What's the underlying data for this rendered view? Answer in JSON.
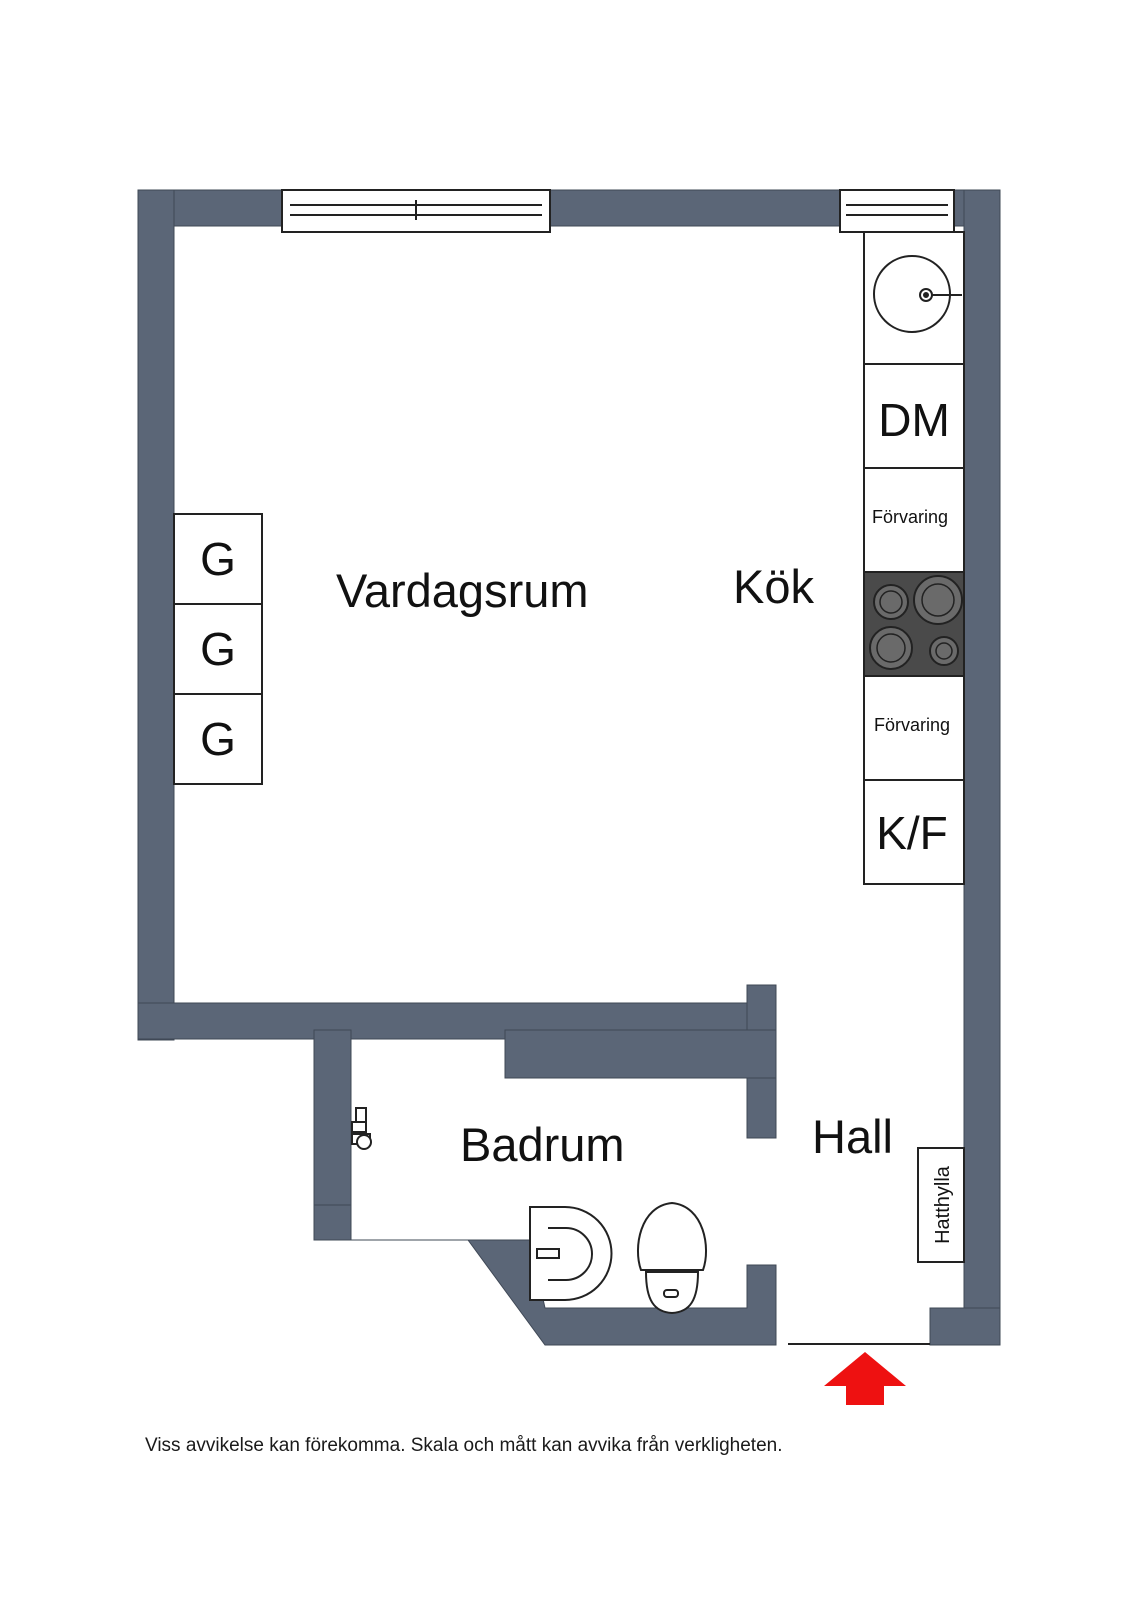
{
  "rooms": {
    "living_room": "Vardagsrum",
    "kitchen": "Kök",
    "bathroom": "Badrum",
    "hall": "Hall"
  },
  "wardrobes": [
    "G",
    "G",
    "G"
  ],
  "kitchen_units": {
    "dishwasher": "DM",
    "storage_upper": "Förvaring",
    "storage_lower": "Förvaring",
    "fridge_freezer": "K/F"
  },
  "hat_shelf": "Hatthylla",
  "disclaimer": "Viss avvikelse kan förekomma. Skala och mått kan avvika från verkligheten.",
  "colors": {
    "wall": "#5b6677",
    "stove": "#4a4a4a",
    "entrance_arrow": "#ee1111"
  },
  "icons": {
    "entrance": "arrow-up-icon",
    "sink": "kitchen-sink-icon",
    "stove": "stove-icon",
    "toilet": "toilet-icon",
    "washbasin": "washbasin-icon",
    "shower": "shower-icon"
  }
}
